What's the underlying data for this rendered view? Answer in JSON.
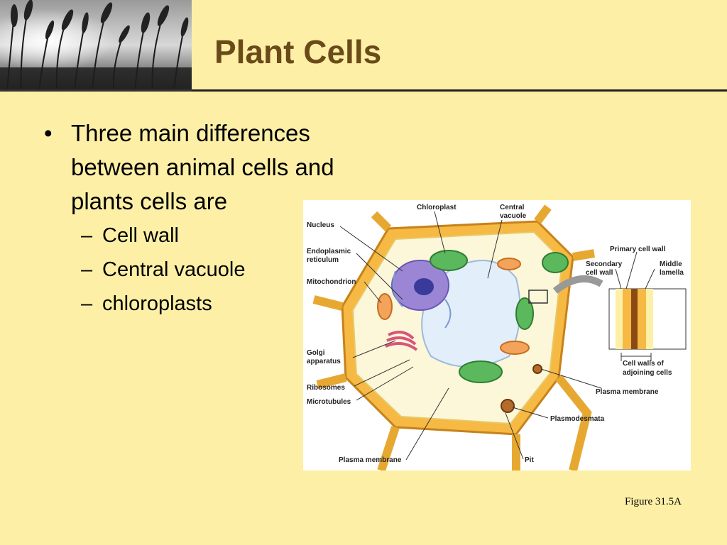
{
  "slide": {
    "title": "Plant Cells",
    "bullet": "Three main differences between animal cells and plants cells are",
    "sub_items": [
      "Cell wall",
      "Central vacuole",
      "chloroplasts"
    ],
    "caption": "Figure 31.5A"
  },
  "figure": {
    "labels": {
      "chloroplast": "Chloroplast",
      "central_vacuole_1": "Central",
      "central_vacuole_2": "vacuole",
      "nucleus": "Nucleus",
      "er_1": "Endoplasmic",
      "er_2": "reticulum",
      "mitochondrion": "Mitochondrion",
      "golgi_1": "Golgi",
      "golgi_2": "apparatus",
      "ribosomes": "Ribosomes",
      "microtubules": "Microtubules",
      "plasma_membrane_bottom": "Plasma membrane",
      "primary_wall": "Primary cell wall",
      "secondary_wall_1": "Secondary",
      "secondary_wall_2": "cell wall",
      "middle_lamella_1": "Middle",
      "middle_lamella_2": "lamella",
      "adjoining_1": "Cell walls of",
      "adjoining_2": "adjoining cells",
      "plasma_membrane_right": "Plasma membrane",
      "plasmodesmata": "Plasmodesmata",
      "pit": "Pit"
    }
  }
}
